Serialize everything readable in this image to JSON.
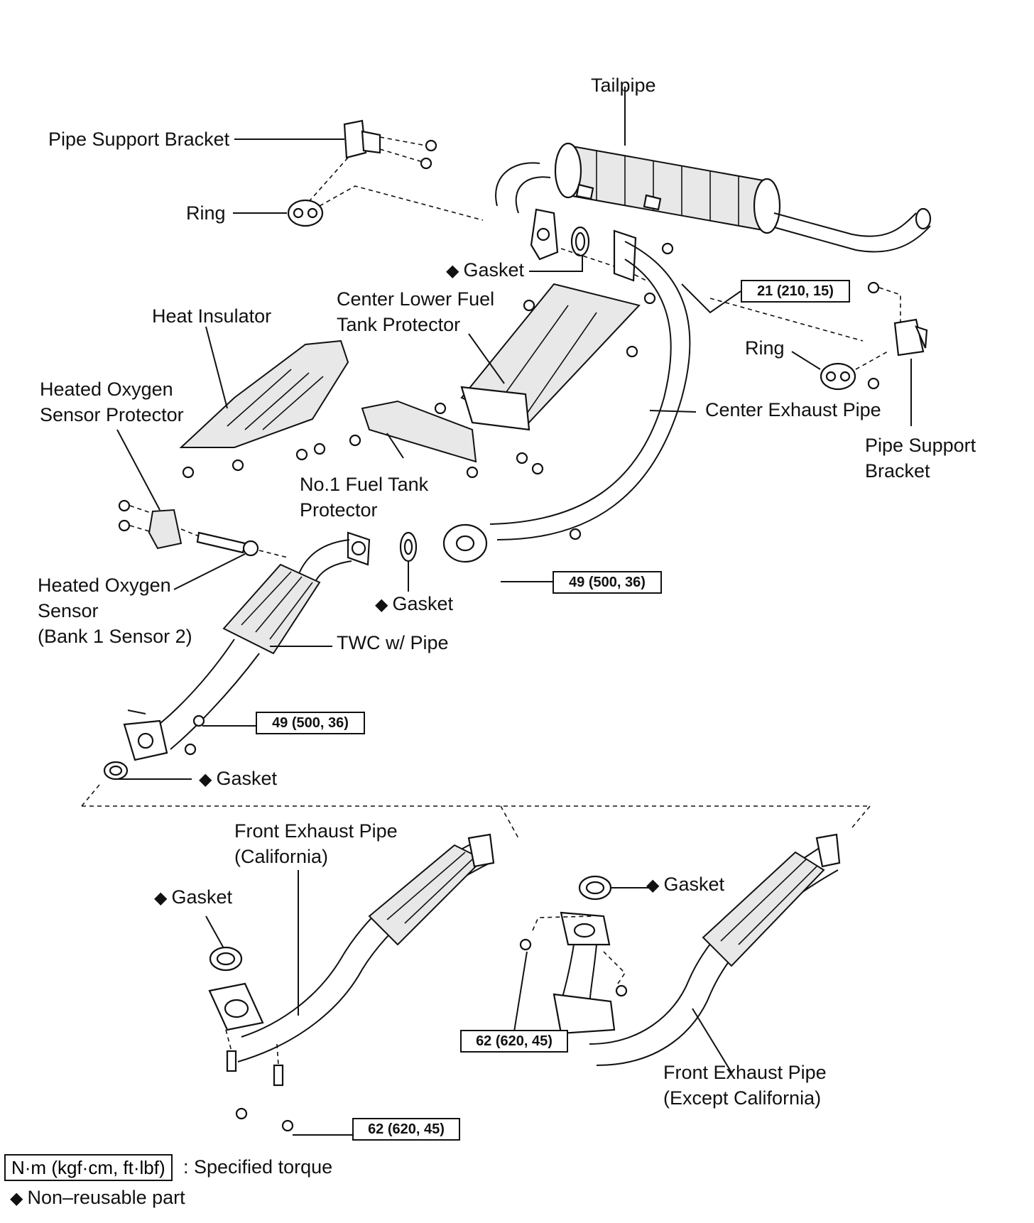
{
  "labels": {
    "tailpipe": "Tailpipe",
    "pipe_support_bracket_top": "Pipe Support Bracket",
    "ring_top": "Ring",
    "gasket_tail": "Gasket",
    "center_lower_fuel_tank_protector_1": "Center Lower Fuel",
    "center_lower_fuel_tank_protector_2": "Tank Protector",
    "heat_insulator": "Heat Insulator",
    "heated_oxygen_sensor_protector_1": "Heated Oxygen",
    "heated_oxygen_sensor_protector_2": "Sensor Protector",
    "ring_right": "Ring",
    "center_exhaust_pipe": "Center Exhaust Pipe",
    "pipe_support_bracket_right_1": "Pipe Support",
    "pipe_support_bracket_right_2": "Bracket",
    "no1_fuel_tank_protector_1": "No.1 Fuel Tank",
    "no1_fuel_tank_protector_2": "Protector",
    "heated_oxygen_sensor_1": "Heated Oxygen",
    "heated_oxygen_sensor_2": "Sensor",
    "heated_oxygen_sensor_3": "(Bank 1 Sensor 2)",
    "gasket_mid": "Gasket",
    "twc_pipe": "TWC w/ Pipe",
    "gasket_twc": "Gasket",
    "front_exhaust_pipe_ca_1": "Front Exhaust Pipe",
    "front_exhaust_pipe_ca_2": "(California)",
    "gasket_front_ca": "Gasket",
    "gasket_front_ex": "Gasket",
    "front_exhaust_pipe_ex_1": "Front Exhaust Pipe",
    "front_exhaust_pipe_ex_2": "(Except California)"
  },
  "torque": {
    "t_tail": "21 (210, 15)",
    "t_center": "49 (500, 36)",
    "t_twc": "49 (500, 36)",
    "t_front_ex": "62 (620, 45)",
    "t_front_ca": "62 (620, 45)"
  },
  "legend": {
    "torque_unit": "N·m (kgf·cm, ft·lbf)",
    "torque_desc": ": Specified torque",
    "nonreusable": "Non–reusable part",
    "diamond": "◆"
  }
}
